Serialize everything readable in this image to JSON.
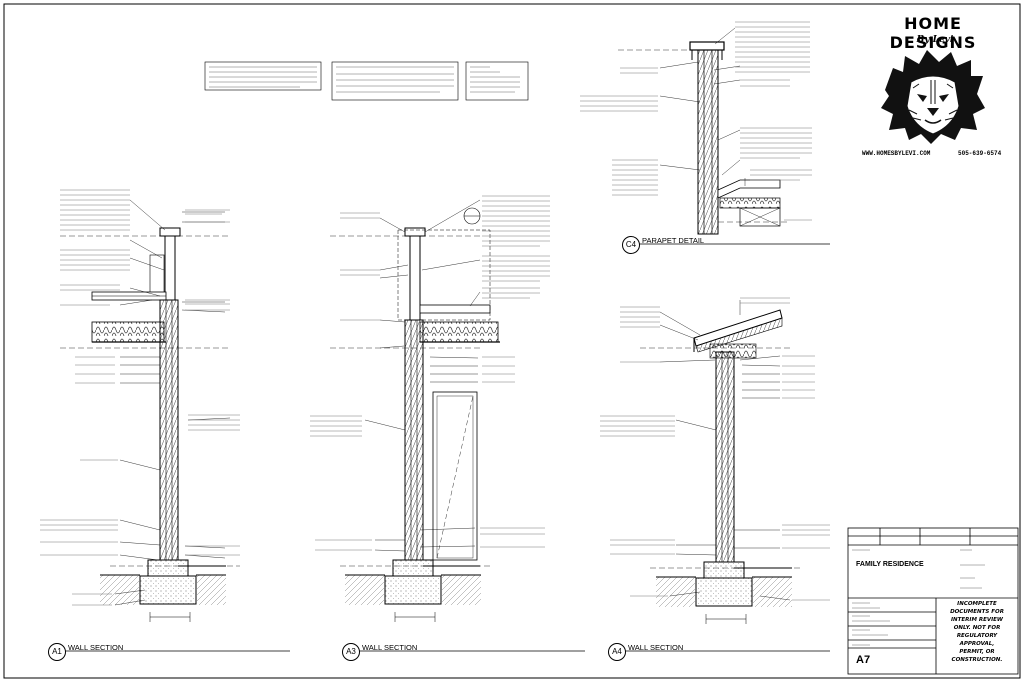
{
  "title_block": {
    "brand_title": "HOME DESIGNS",
    "brand_subtitle": "By Levi",
    "website": "WWW.HOMESBYLEVI.COM",
    "phone": "505-639-6574",
    "project_name": "FAMILY RESIDENCE",
    "sheet_number": "A7",
    "disclaimer_lines": [
      "INCOMPLETE",
      "DOCUMENTS FOR",
      "INTERIM REVIEW",
      "ONLY. NOT FOR",
      "REGULATORY",
      "APPROVAL,",
      "PERMIT, OR",
      "CONSTRUCTION."
    ]
  },
  "sections": [
    {
      "id": "A1",
      "title": "WALL SECTION"
    },
    {
      "id": "A3",
      "title": "WALL SECTION"
    },
    {
      "id": "A4",
      "title": "WALL SECTION"
    },
    {
      "id": "C4",
      "title": "PARAPET DETAIL"
    }
  ],
  "logo": {
    "icon": "lion-head-icon",
    "color": "#000000"
  }
}
